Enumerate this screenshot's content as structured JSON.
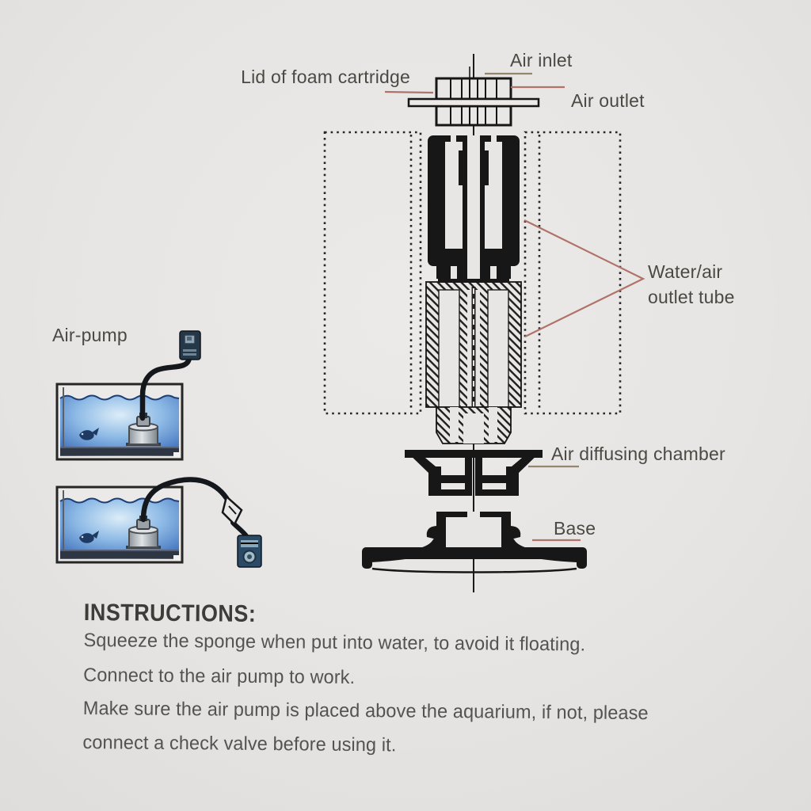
{
  "colors": {
    "ink": "#1a1a1a",
    "pointer_red": "#b0736a",
    "pointer_olive": "#96866e",
    "label_text": "#4a4944",
    "water_blue": "#3568b8",
    "pump_navy": "#25384a"
  },
  "diagram_labels": {
    "lid_of_foam_cartridge": "Lid of foam cartridge",
    "air_inlet": "Air inlet",
    "air_outlet": "Air outlet",
    "water_air_outlet_tube": "Water/air\noutlet tube",
    "air_diffusing_chamber": "Air diffusing chamber",
    "base": "Base",
    "air_pump": "Air-pump"
  },
  "instructions": {
    "heading": "INSTRUCTIONS:",
    "lines": [
      "Squeeze the sponge when put into water, to avoid it floating.",
      "Connect to the air pump to work.",
      "Make sure the air pump is placed above the aquarium, if not, please",
      "connect a check valve before using it."
    ]
  }
}
